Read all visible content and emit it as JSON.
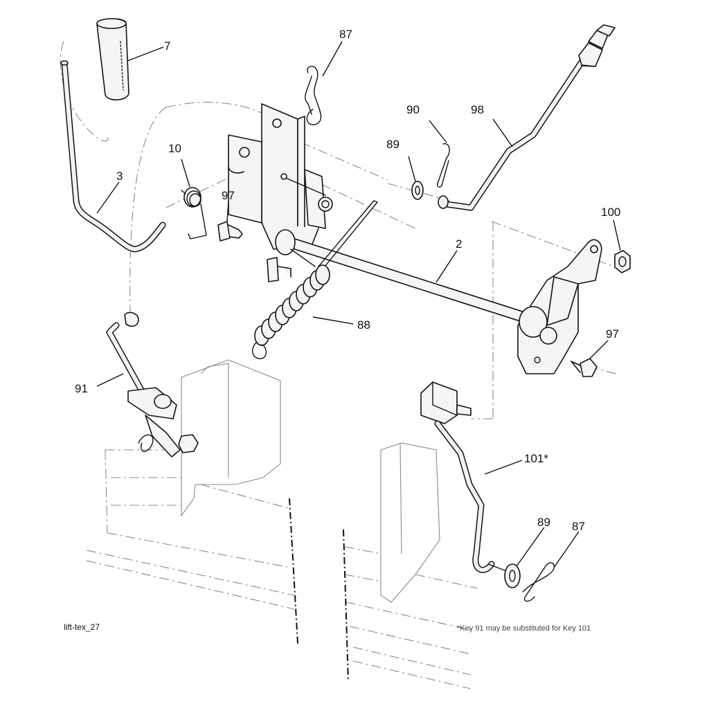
{
  "diagram": {
    "callouts": {
      "c7": "7",
      "c87_top": "87",
      "c10": "10",
      "c3": "3",
      "c97_left": "97",
      "c89_top": "89",
      "c90": "90",
      "c98": "98",
      "c100": "100",
      "c2": "2",
      "c88": "88",
      "c97_right": "97",
      "c91": "91",
      "c101": "101*",
      "c89_bottom": "89",
      "c87_bottom": "87"
    },
    "figure_id": "lift-tex_27",
    "footnote": "*Key 91 may be substituted for Key 101"
  }
}
